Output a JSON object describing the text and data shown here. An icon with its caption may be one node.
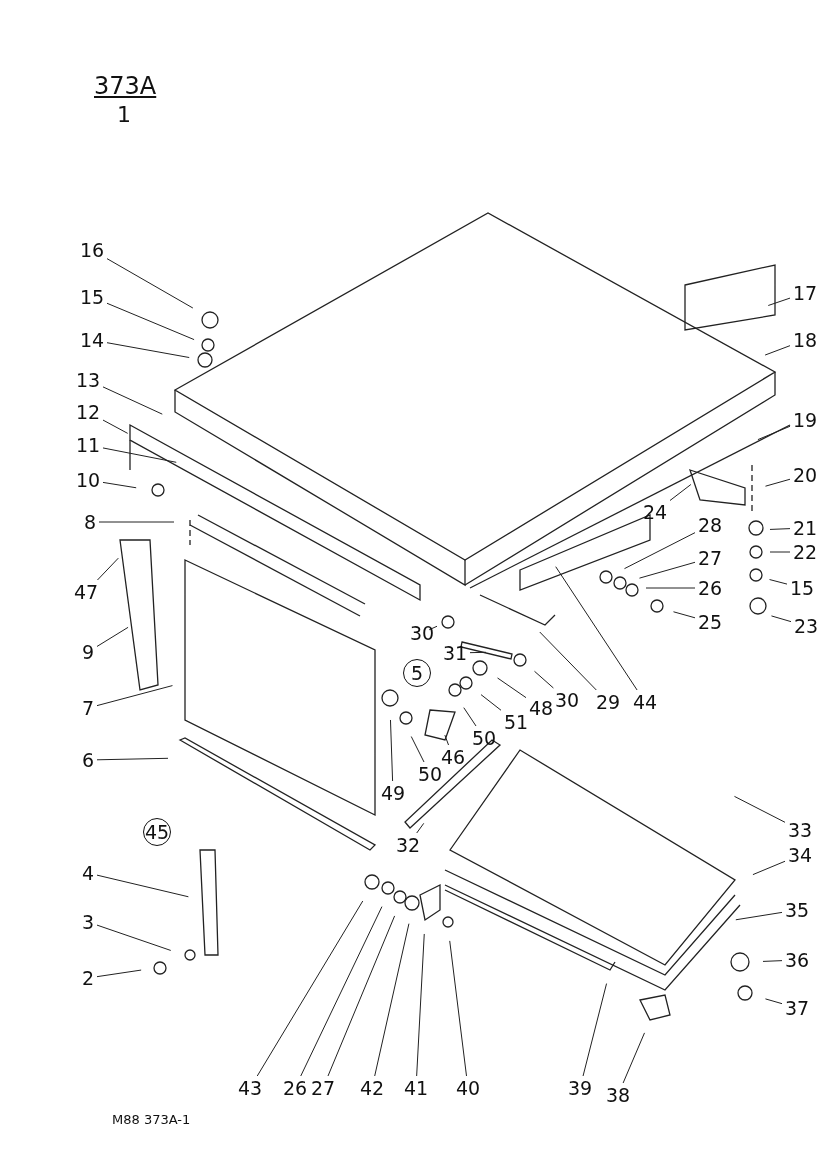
{
  "diagram": {
    "title": "373A",
    "nodes": [
      {
        "text": [
          "16"
        ]
      },
      {
        "text": [
          "15"
        ]
      },
      {
        "text": [
          "14"
        ]
      },
      {
        "text": [
          "13"
        ]
      },
      {
        "text": [
          "12"
        ]
      },
      {
        "text": [
          "11"
        ]
      },
      {
        "text": [
          "10"
        ]
      },
      {
        "text": [
          "8"
        ]
      },
      {
        "text": [
          "47"
        ]
      },
      {
        "text": [
          "9"
        ]
      },
      {
        "text": [
          "7"
        ]
      },
      {
        "text": [
          "6"
        ]
      },
      {
        "text": [
          "4"
        ]
      },
      {
        "text": [
          "3"
        ]
      },
      {
        "text": [
          "2"
        ]
      },
      {
        "text": [
          "17"
        ]
      },
      {
        "text": [
          "18"
        ]
      },
      {
        "text": [
          "19"
        ]
      },
      {
        "text": [
          "20"
        ]
      },
      {
        "text": [
          "24"
        ]
      },
      {
        "text": [
          "28"
        ]
      },
      {
        "text": [
          "21"
        ]
      },
      {
        "text": [
          "27"
        ]
      },
      {
        "text": [
          "22"
        ]
      },
      {
        "text": [
          "26"
        ]
      },
      {
        "text": [
          "15"
        ]
      },
      {
        "text": [
          "25"
        ]
      },
      {
        "text": [
          "23"
        ]
      },
      {
        "text": [
          "30"
        ]
      },
      {
        "text": [
          "31"
        ]
      },
      {
        "text": [
          "5"
        ]
      },
      {
        "text": [
          "30"
        ]
      },
      {
        "text": [
          "29"
        ]
      },
      {
        "text": [
          "44"
        ]
      },
      {
        "text": [
          "48"
        ]
      },
      {
        "text": [
          "51"
        ]
      },
      {
        "text": [
          "50"
        ]
      },
      {
        "text": [
          "46"
        ]
      },
      {
        "text": [
          "50"
        ]
      },
      {
        "text": [
          "49"
        ]
      },
      {
        "text": [
          "32"
        ]
      },
      {
        "text": [
          "45"
        ]
      },
      {
        "text": [
          "33"
        ]
      },
      {
        "text": [
          "34"
        ]
      },
      {
        "text": [
          "35"
        ]
      },
      {
        "text": [
          "36"
        ]
      },
      {
        "text": [
          "37"
        ]
      },
      {
        "text": [
          "43"
        ]
      },
      {
        "text": [
          "26"
        ]
      },
      {
        "text": [
          "27"
        ]
      },
      {
        "text": [
          "42"
        ]
      },
      {
        "text": [
          "41"
        ]
      },
      {
        "text": [
          "40"
        ]
      },
      {
        "text": [
          "39"
        ]
      },
      {
        "text": [
          "38"
        ]
      }
    ],
    "edges": [
      {
        "from": 0,
        "to": null,
        "arrow": "none"
      },
      {
        "from": 1,
        "to": null,
        "arrow": "none"
      },
      {
        "from": 2,
        "to": null,
        "arrow": "none"
      },
      {
        "from": 3,
        "to": null,
        "arrow": "none"
      },
      {
        "from": 4,
        "to": null,
        "arrow": "none"
      },
      {
        "from": 5,
        "to": null,
        "arrow": "none"
      },
      {
        "from": 6,
        "to": null,
        "arrow": "none"
      },
      {
        "from": 7,
        "to": null,
        "arrow": "none"
      },
      {
        "from": 8,
        "to": null,
        "arrow": "none"
      },
      {
        "from": 9,
        "to": null,
        "arrow": "none"
      },
      {
        "from": 10,
        "to": null,
        "arrow": "none"
      },
      {
        "from": 11,
        "to": null,
        "arrow": "none"
      },
      {
        "from": 12,
        "to": null,
        "arrow": "none"
      },
      {
        "from": 13,
        "to": null,
        "arrow": "none"
      },
      {
        "from": 14,
        "to": null,
        "arrow": "none"
      },
      {
        "from": 15,
        "to": null,
        "arrow": "none"
      },
      {
        "from": 16,
        "to": null,
        "arrow": "none"
      },
      {
        "from": 17,
        "to": null,
        "arrow": "none"
      },
      {
        "from": 18,
        "to": null,
        "arrow": "none"
      },
      {
        "from": 19,
        "to": null,
        "arrow": "none"
      },
      {
        "from": 20,
        "to": null,
        "arrow": "none"
      },
      {
        "from": 21,
        "to": null,
        "arrow": "none"
      },
      {
        "from": 22,
        "to": null,
        "arrow": "none"
      },
      {
        "from": 23,
        "to": null,
        "arrow": "none"
      },
      {
        "from": 24,
        "to": null,
        "arrow": "none"
      },
      {
        "from": 25,
        "to": null,
        "arrow": "none"
      },
      {
        "from": 26,
        "to": null,
        "arrow": "none"
      },
      {
        "from": 27,
        "to": null,
        "arrow": "none"
      },
      {
        "from": 28,
        "to": null,
        "arrow": "none"
      },
      {
        "from": 29,
        "to": null,
        "arrow": "none"
      },
      {
        "from": 31,
        "to": null,
        "arrow": "none"
      },
      {
        "from": 32,
        "to": null,
        "arrow": "none"
      },
      {
        "from": 33,
        "to": null,
        "arrow": "none"
      },
      {
        "from": 34,
        "to": null,
        "arrow": "none"
      },
      {
        "from": 35,
        "to": null,
        "arrow": "none"
      },
      {
        "from": 36,
        "to": null,
        "arrow": "none"
      },
      {
        "from": 37,
        "to": null,
        "arrow": "none"
      },
      {
        "from": 38,
        "to": null,
        "arrow": "none"
      },
      {
        "from": 39,
        "to": null,
        "arrow": "none"
      },
      {
        "from": 40,
        "to": null,
        "arrow": "none"
      },
      {
        "from": 42,
        "to": null,
        "arrow": "none"
      },
      {
        "from": 43,
        "to": null,
        "arrow": "none"
      },
      {
        "from": 44,
        "to": null,
        "arrow": "none"
      },
      {
        "from": 45,
        "to": null,
        "arrow": "none"
      },
      {
        "from": 46,
        "to": null,
        "arrow": "none"
      },
      {
        "from": 47,
        "to": null,
        "arrow": "none"
      },
      {
        "from": 48,
        "to": null,
        "arrow": "none"
      },
      {
        "from": 49,
        "to": null,
        "arrow": "none"
      },
      {
        "from": 50,
        "to": null,
        "arrow": "none"
      },
      {
        "from": 51,
        "to": null,
        "arrow": "none"
      },
      {
        "from": 52,
        "to": null,
        "arrow": "none"
      },
      {
        "from": 53,
        "to": null,
        "arrow": "none"
      },
      {
        "from": 54,
        "to": null,
        "arrow": "none"
      }
    ],
    "labels": [
      "1",
      "M88 373A-1"
    ]
  }
}
